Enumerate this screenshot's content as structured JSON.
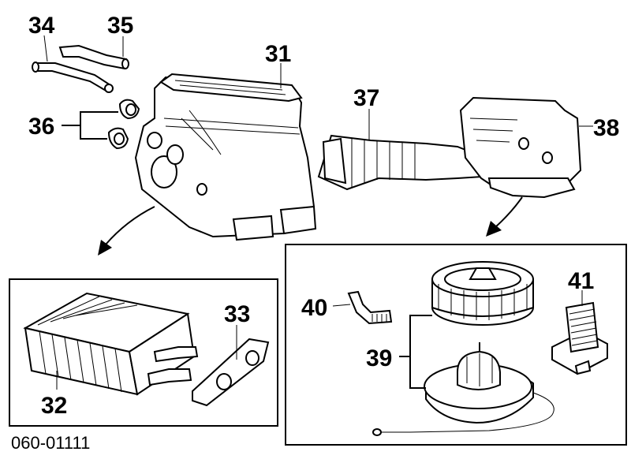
{
  "callouts": {
    "c31": "31",
    "c32": "32",
    "c33": "33",
    "c34": "34",
    "c35": "35",
    "c36": "36",
    "c37": "37",
    "c38": "38",
    "c39": "39",
    "c40": "40",
    "c41": "41"
  },
  "diagram_code": "060-01111"
}
